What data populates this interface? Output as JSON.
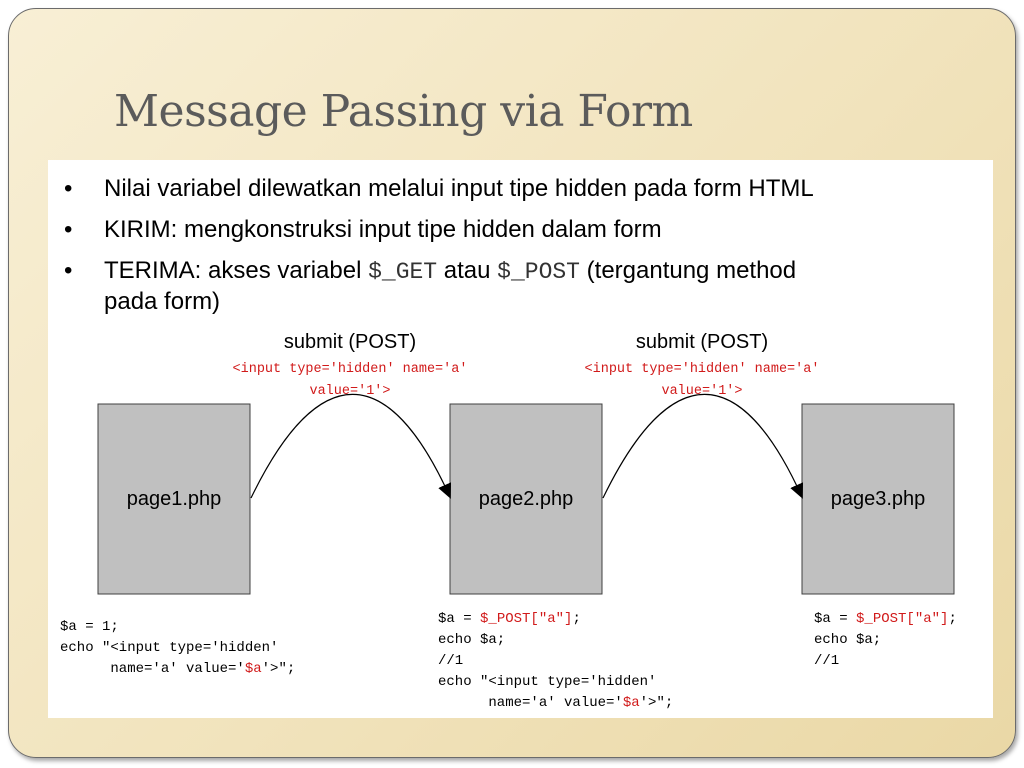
{
  "slide": {
    "title": "Message Passing via Form"
  },
  "bullets": [
    {
      "text": "Nilai variabel dilewatkan melalui input tipe hidden pada form HTML"
    },
    {
      "text": "KIRIM: mengkonstruksi input tipe hidden dalam form"
    },
    {
      "prefix": "TERIMA: akses variabel ",
      "code1": "$_GET",
      "mid": " atau ",
      "code2": "$_POST",
      "suffix": " (tergantung method",
      "line2": "pada form)"
    }
  ],
  "diagram": {
    "pages": [
      "page1.php",
      "page2.php",
      "page3.php"
    ],
    "arrows": [
      {
        "label": "submit (POST)",
        "code_line1": "<input type='hidden' name='a'",
        "code_line2": "value='1'>"
      },
      {
        "label": "submit (POST)",
        "code_line1": "<input type='hidden' name='a'",
        "code_line2": "value='1'>"
      }
    ],
    "code_blocks": [
      [
        [
          {
            "t": "$a = 1;"
          }
        ],
        [
          {
            "t": "echo \"<input type='hidden'"
          }
        ],
        [
          {
            "t": "      name='a' value='"
          },
          {
            "t": "$a",
            "red": true
          },
          {
            "t": "'>\";"
          }
        ]
      ],
      [
        [
          {
            "t": "$a = "
          },
          {
            "t": "$_POST[\"a\"]",
            "red": true
          },
          {
            "t": ";"
          }
        ],
        [
          {
            "t": "echo $a;"
          }
        ],
        [
          {
            "t": "//1"
          }
        ],
        [
          {
            "t": "echo \"<input type='hidden'"
          }
        ],
        [
          {
            "t": "      name='a' value='"
          },
          {
            "t": "$a",
            "red": true
          },
          {
            "t": "'>\";"
          }
        ]
      ],
      [
        [
          {
            "t": "$a = "
          },
          {
            "t": "$_POST[\"a\"]",
            "red": true
          },
          {
            "t": ";"
          }
        ],
        [
          {
            "t": "echo $a;"
          }
        ],
        [
          {
            "t": "//1"
          }
        ]
      ]
    ]
  },
  "colors": {
    "title": "#5b5b5b",
    "highlight_red": "#d11a1a",
    "box_fill": "#c0c0c0"
  }
}
